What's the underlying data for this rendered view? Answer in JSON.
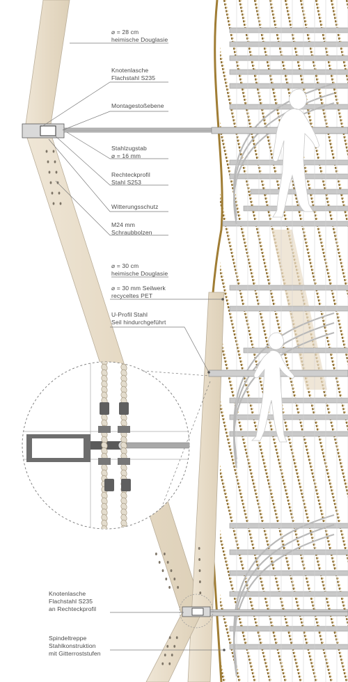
{
  "annotations": [
    "⌀ = 28 cm\nheimische Douglasie",
    "Knotenlasche\nFlachstahl S235",
    "Montagestoßebene",
    "Stahlzugstab\n⌀ = 16 mm",
    "Rechteckprofil\nStahl S253",
    "Witterungsschutz",
    "M24 mm\nSchraubbolzen",
    "⌀ = 30 cm\nheimische Douglasie",
    "⌀ = 30 mm Seilwerk\nrecyceltes PET",
    "U-Profil Stahl\nSeil hindurchgeführt",
    "Knotenlasche\nFlachstahl S235\nan Rechteckprofil",
    "Spindeltreppe\nStahlkonstruktion\nmit Gitterroststufen"
  ],
  "colors": {
    "timber": "#e9dfce",
    "timber_edge": "#b9ad98",
    "rope_dark": "#8a6a2c",
    "rope_light": "#d6b774",
    "steel": "#8e8e8e",
    "stair": "#c9c9c9",
    "figure": "#ffffff",
    "leader": "#7a7a7a"
  }
}
